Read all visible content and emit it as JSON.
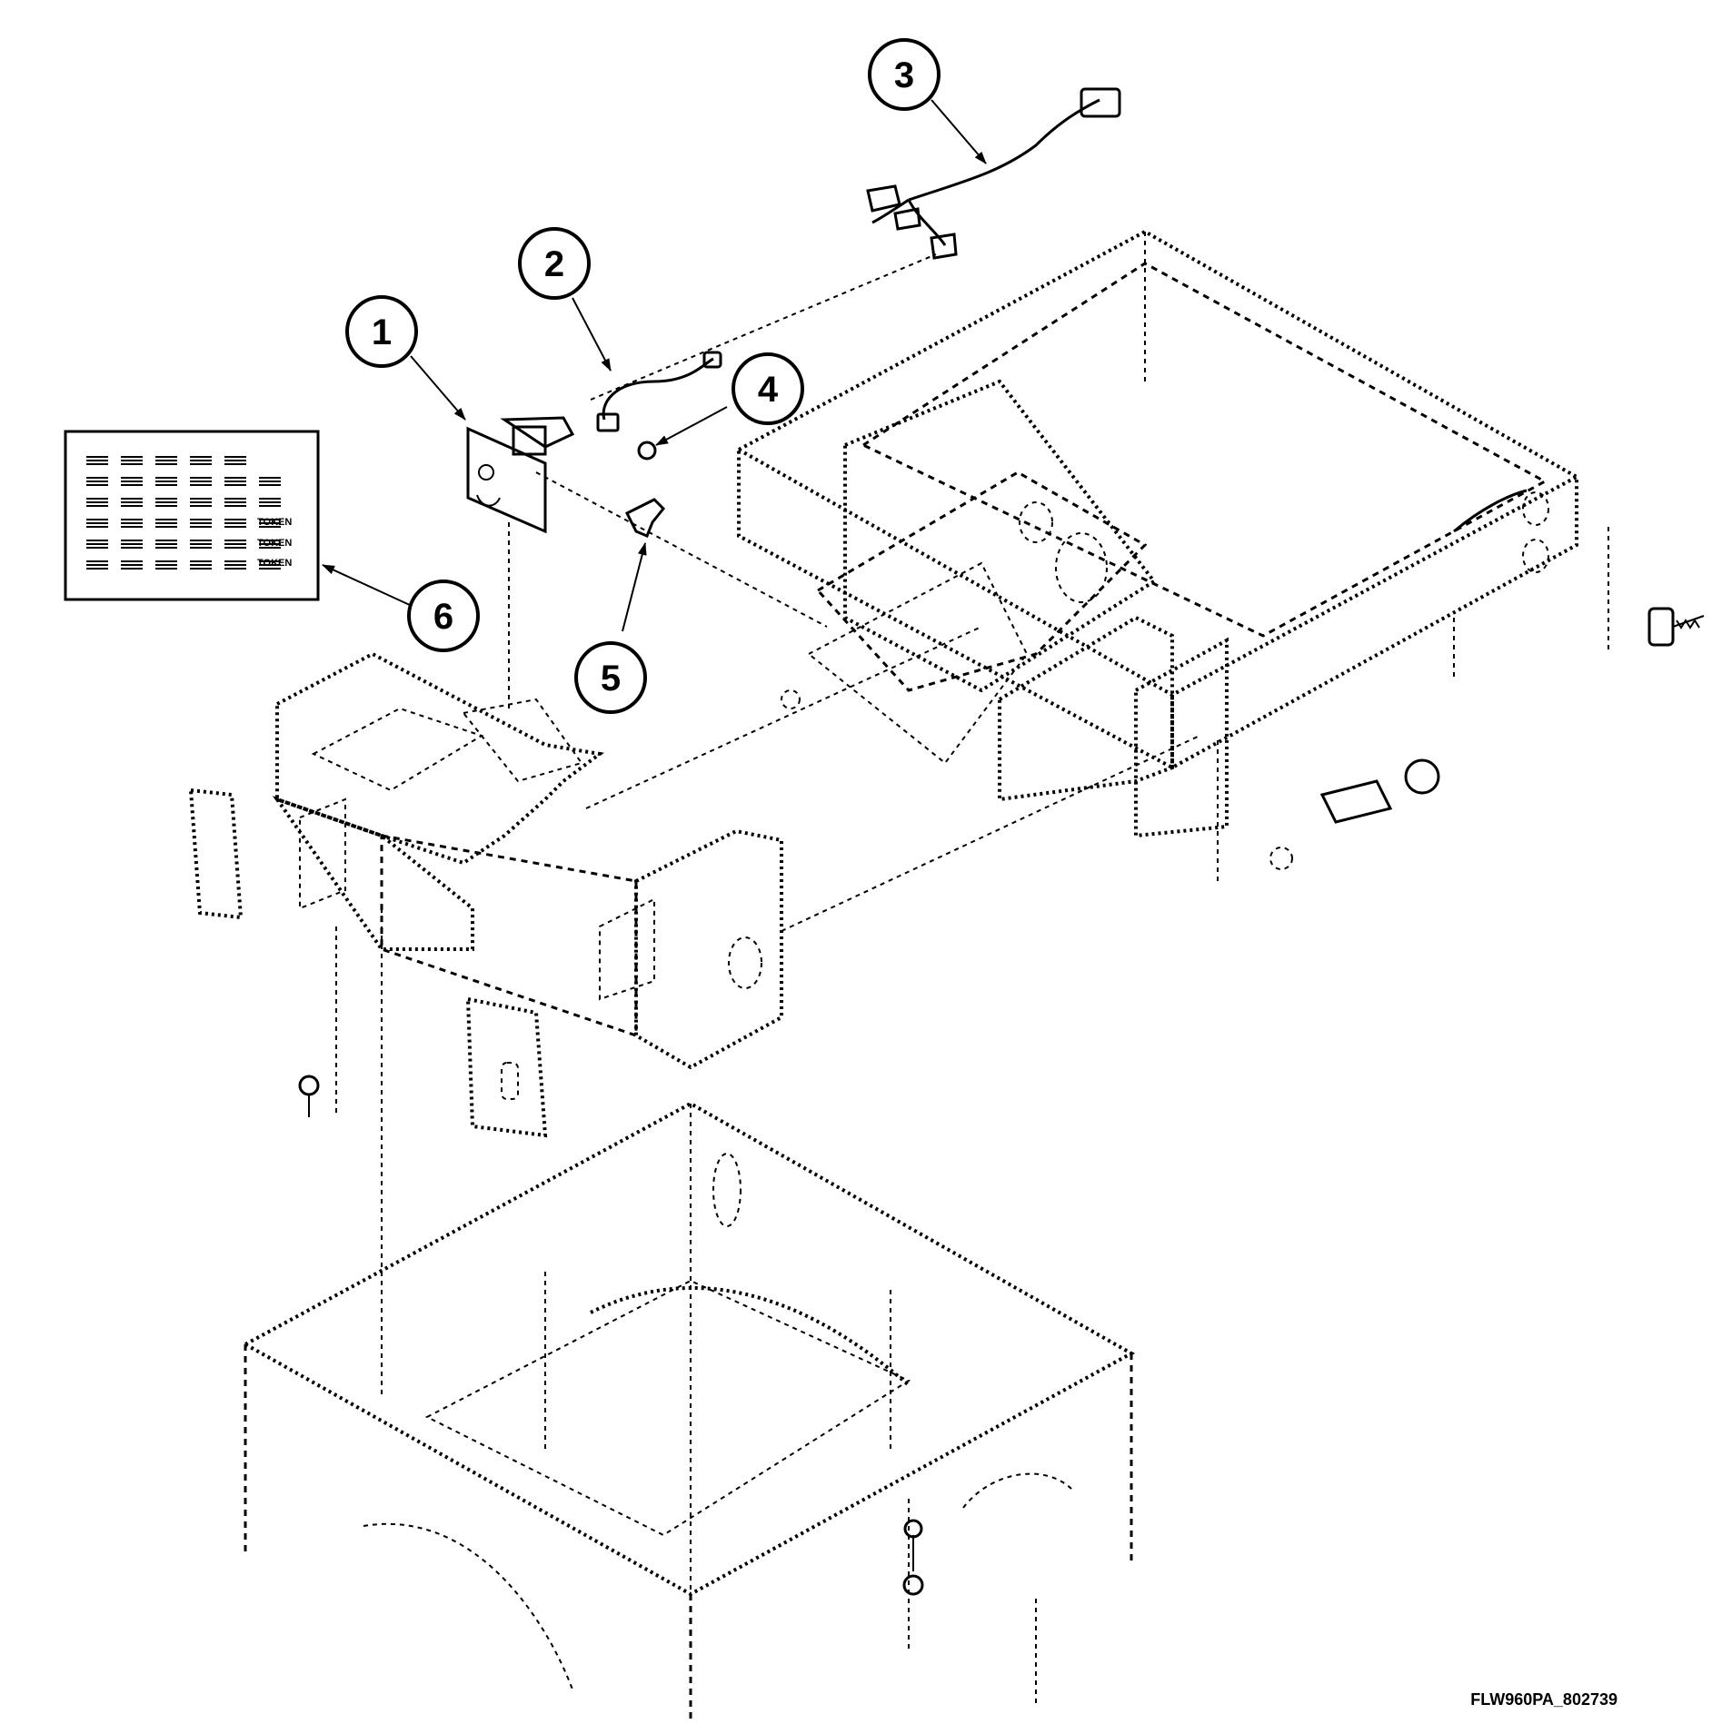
{
  "callouts": [
    {
      "number": "1"
    },
    {
      "number": "2"
    },
    {
      "number": "3"
    },
    {
      "number": "4"
    },
    {
      "number": "5"
    },
    {
      "number": "6"
    }
  ],
  "decal": {
    "token_labels": [
      "TOKEN",
      "TOKEN",
      "TOKEN"
    ]
  },
  "drawing_code": "FLW960PA_802739"
}
